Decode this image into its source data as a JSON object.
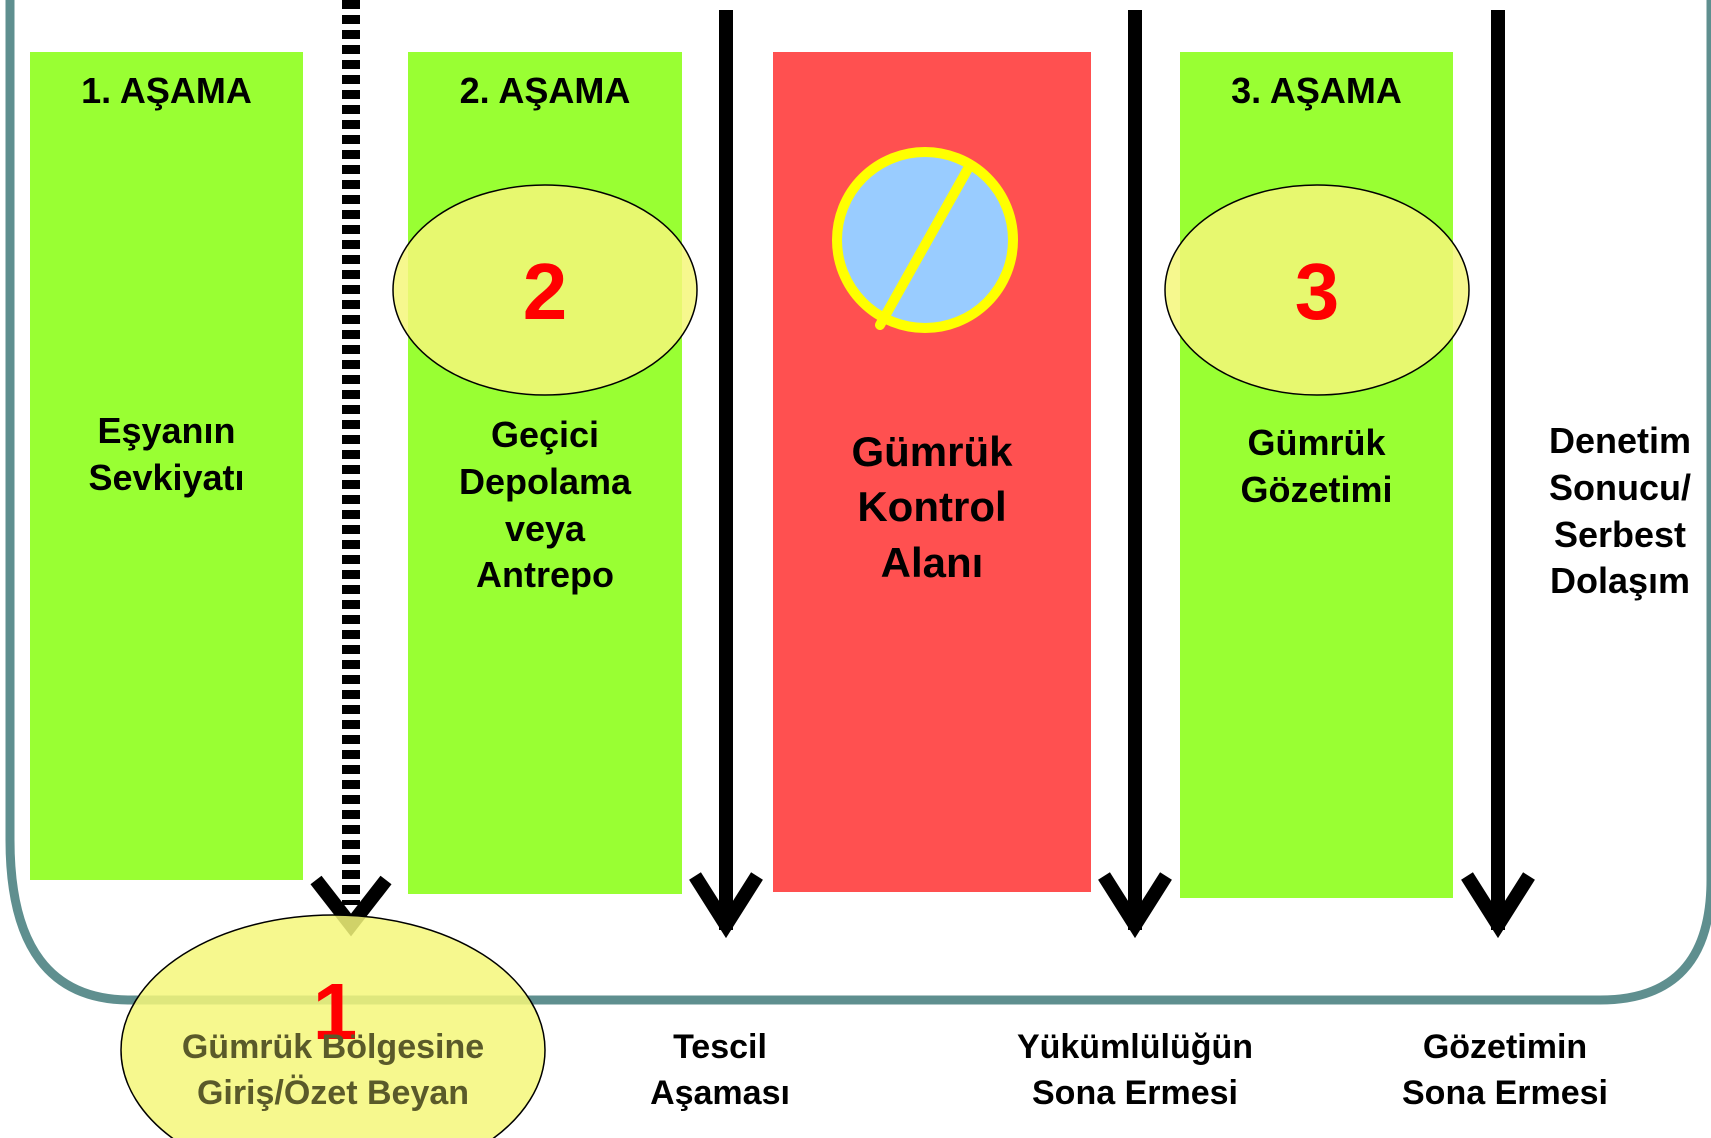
{
  "stages": [
    {
      "title": "1. AŞAMA",
      "body": "Eşyanın\nSevkiyatı",
      "color": "#99ff33"
    },
    {
      "title": "2. AŞAMA",
      "body": "Geçici\nDepolama\nveya\nAntrepo",
      "badge": "2",
      "color": "#99ff33"
    },
    {
      "title": "",
      "body": "Gümrük\nKontrol\nAlanı",
      "color": "#ff5050"
    },
    {
      "title": "3. AŞAMA",
      "body": "Gümrük\nGözetimi",
      "badge": "3",
      "color": "#99ff33"
    }
  ],
  "outcome": {
    "body": "Denetim\nSonucu/\nSerbest\nDolaşım"
  },
  "bottom_labels": [
    {
      "text": "Gümrük Bölgesine\nGiriş/Özet Beyan",
      "badge": "1"
    },
    {
      "text": "Tescil\nAşaması"
    },
    {
      "text": "Yükümlülüğün\nSona Ermesi"
    },
    {
      "text": "Gözetimin\nSona Ermesi"
    }
  ],
  "colors": {
    "stage_green": "#99ff33",
    "control_red": "#ff5050",
    "ellipse_yellow": "#f4f77a",
    "badge_red": "#ff0000",
    "no_sign_fill": "#99ccff",
    "no_sign_ring": "#ffff00",
    "frame": "#5f8f8f"
  },
  "icons": [
    "no-entry-icon",
    "down-arrow-icon"
  ]
}
